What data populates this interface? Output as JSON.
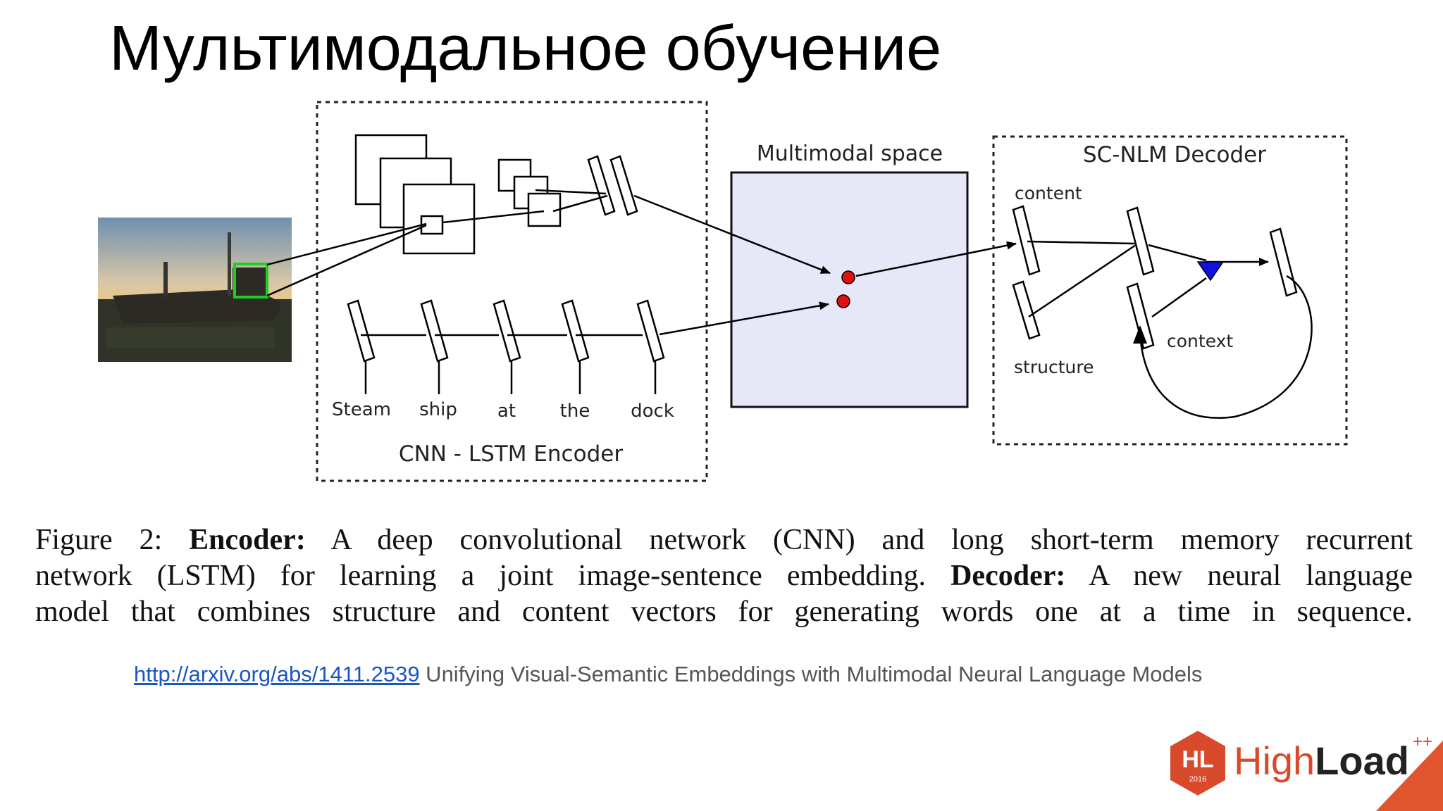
{
  "slide": {
    "title": "Мультимодальное обучение"
  },
  "diagram": {
    "encoder_title": "CNN - LSTM Encoder",
    "words": [
      "Steam",
      "ship",
      "at",
      "the",
      "dock"
    ],
    "multimodal_title": "Multimodal space",
    "decoder_title": "SC-NLM Decoder",
    "decoder_labels": {
      "content": "content",
      "structure": "structure",
      "context": "context"
    },
    "colors": {
      "multimodal_fill": "#e6e8f8",
      "embedding_point": "#e01010",
      "highlight_box": "#22cc22",
      "context_triangle": "#1010e0"
    }
  },
  "caption": {
    "lines": [
      {
        "parts": [
          {
            "t": "Figure 2:  ",
            "b": false
          },
          {
            "t": "Encoder:",
            "b": true
          },
          {
            "t": " A deep convolutional network (CNN) and long short-term memory recurrent",
            "b": false
          }
        ]
      },
      {
        "parts": [
          {
            "t": "network (LSTM) for learning a joint image-sentence embedding. ",
            "b": false
          },
          {
            "t": "Decoder:",
            "b": true
          },
          {
            "t": " A new neural language",
            "b": false
          }
        ]
      },
      {
        "parts": [
          {
            "t": "model that combines structure and content vectors for generating words one at a time in sequence.",
            "b": false
          }
        ]
      }
    ]
  },
  "reference": {
    "link_text": "http://arxiv.org/abs/1411.2539",
    "text": " Unifying Visual-Semantic Embeddings with Multimodal Neural Language Models"
  },
  "logo": {
    "badge_text": "HL",
    "badge_year": "2016",
    "name_light": "High",
    "name_bold": "Load",
    "superscript": "++",
    "brand_color": "#d94a2b"
  }
}
